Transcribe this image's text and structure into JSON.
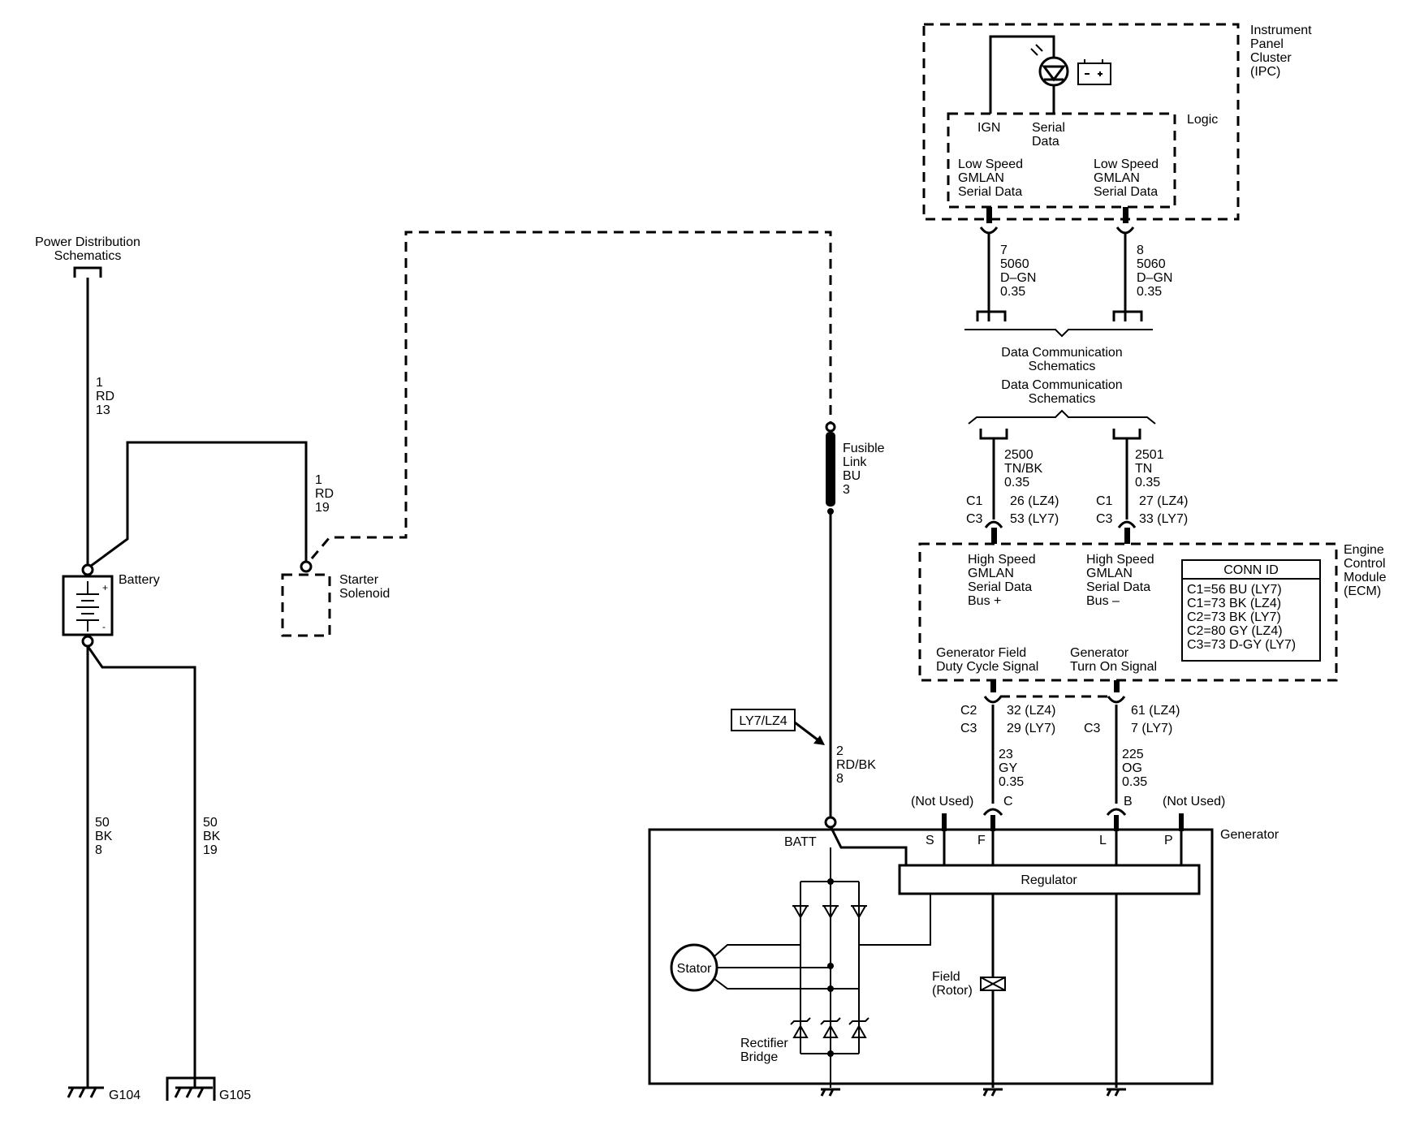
{
  "labels": {
    "ipc": [
      "Instrument",
      "Panel",
      "Cluster",
      "(IPC)"
    ],
    "logic": "Logic",
    "ign": "IGN",
    "serial_data": [
      "Serial",
      "Data"
    ],
    "lsgmlan_left": [
      "Low Speed",
      "GMLAN",
      "Serial Data"
    ],
    "lsgmlan_right": [
      "Low Speed",
      "GMLAN",
      "Serial Data"
    ],
    "power_dist": [
      "Power Distribution",
      "Schematics"
    ],
    "battery": "Battery",
    "starter": [
      "Starter",
      "Solenoid"
    ],
    "fusible": [
      "Fusible",
      "Link",
      "BU",
      "3"
    ],
    "ecm": [
      "Engine",
      "Control",
      "Module",
      "(ECM)"
    ],
    "hs_plus": [
      "High Speed",
      "GMLAN",
      "Serial Data",
      "Bus +"
    ],
    "hs_minus": [
      "High Speed",
      "GMLAN",
      "Serial Data",
      "Bus –"
    ],
    "gen_field_sig": [
      "Generator Field",
      "Duty Cycle Signal"
    ],
    "gen_turn_on": [
      "Generator",
      "Turn On Signal"
    ],
    "conn_id_title": "CONN ID",
    "conn_id_rows": [
      "C1=56 BU (LY7)",
      "C1=73 BK (LZ4)",
      "C2=73 BK (LY7)",
      "C2=80 GY (LZ4)",
      "C3=73 D-GY (LY7)"
    ],
    "data_comm_1": [
      "Data Communication",
      "Schematics"
    ],
    "data_comm_2": [
      "Data Communication",
      "Schematics"
    ],
    "ly7lz4": "LY7/LZ4",
    "generator": "Generator",
    "batt": "BATT",
    "regulator": "Regulator",
    "stator": "Stator",
    "rectifier": [
      "Rectifier",
      "Bridge"
    ],
    "field_rotor": [
      "Field",
      "(Rotor)"
    ],
    "not_used_left": "(Not Used)",
    "not_used_right": "(Not Used)",
    "term_s": "S",
    "term_f": "F",
    "term_l": "L",
    "term_p": "P",
    "conn_c": "C",
    "conn_b": "B",
    "g104": "G104",
    "g105": "G105"
  },
  "wires": {
    "w_1_rd_13": [
      "1",
      "RD",
      "13"
    ],
    "w_1_rd_19": [
      "1",
      "RD",
      "19"
    ],
    "w_50_bk_8": [
      "50",
      "BK",
      "8"
    ],
    "w_50_bk_19": [
      "50",
      "BK",
      "19"
    ],
    "w_2_rdbk_8": [
      "2",
      "RD/BK",
      "8"
    ],
    "w_7": [
      "7",
      "5060",
      "D–GN",
      "0.35"
    ],
    "w_8": [
      "8",
      "5060",
      "D–GN",
      "0.35"
    ],
    "w_2500": [
      "2500",
      "TN/BK",
      "0.35"
    ],
    "w_2501": [
      "2501",
      "TN",
      "0.35"
    ],
    "w_23": [
      "23",
      "GY",
      "0.35"
    ],
    "w_225": [
      "225",
      "OG",
      "0.35"
    ]
  },
  "pins": {
    "c1_left": "C1",
    "c3_left": "C3",
    "p26": "26 (LZ4)",
    "p53": "53 (LY7)",
    "c1_right": "C1",
    "c3_right": "C3",
    "p27": "27 (LZ4)",
    "p33": "33 (LY7)",
    "c2_gen": "C2",
    "c3_gen": "C3",
    "p32": "32 (LZ4)",
    "p29": "29 (LY7)",
    "c3_gen2": "C3",
    "p61": "61 (LZ4)",
    "p7": "7 (LY7)"
  }
}
